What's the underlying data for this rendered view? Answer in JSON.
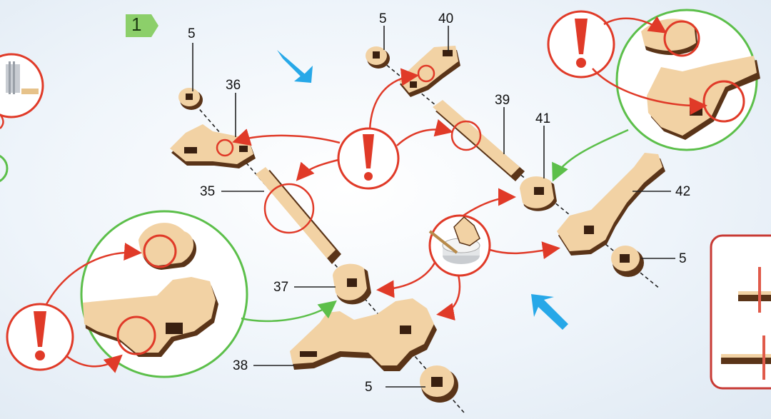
{
  "step": {
    "number": "1"
  },
  "labels": {
    "p5_top_left": "5",
    "p36": "36",
    "p35": "35",
    "p37": "37",
    "p38": "38",
    "p5_bottom": "5",
    "p5_top_mid": "5",
    "p40": "40",
    "p39": "39",
    "p41": "41",
    "p42": "42",
    "p5_right": "5"
  },
  "colors": {
    "wood_face": "#f2d2a4",
    "wood_edge": "#5a3418",
    "warning_red": "#e03a28",
    "ok_green": "#5cbf4a",
    "arrow_blue": "#27a8e8",
    "step_green": "#8ccf6a"
  },
  "icons": [
    "warning-icon",
    "glue-pot-icon",
    "direction-arrow-icon"
  ]
}
